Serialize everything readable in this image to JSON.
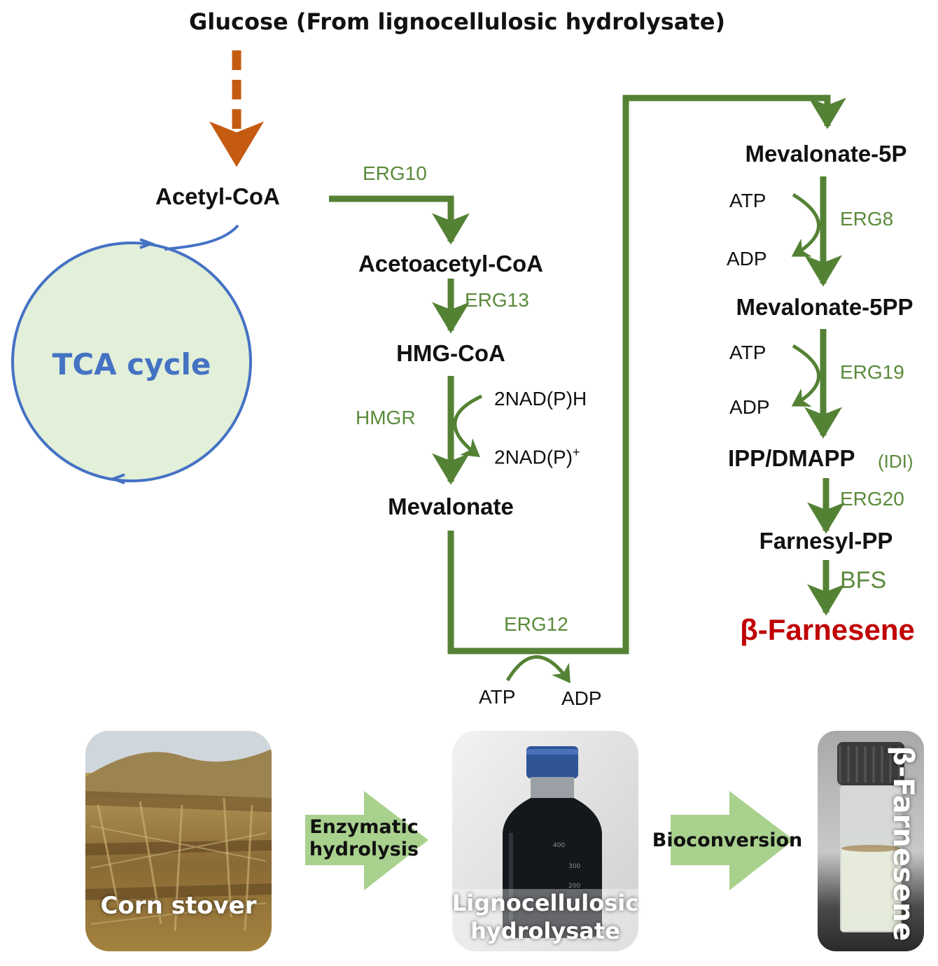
{
  "header": {
    "title": "Glucose (From lignocellulosic hydrolysate)"
  },
  "tca": {
    "label": "TCA cycle"
  },
  "metabolites": {
    "acetyl_coa": "Acetyl-CoA",
    "acetoacetyl_coa": "Acetoacetyl-CoA",
    "hmg_coa": "HMG-CoA",
    "mevalonate": "Mevalonate",
    "mevalonate_5p": "Mevalonate-5P",
    "mevalonate_5pp": "Mevalonate-5PP",
    "ipp_dmapp": "IPP/DMAPP",
    "farnesyl_pp": "Farnesyl-PP",
    "product": "β-Farnesene"
  },
  "enzymes": {
    "erg10": "ERG10",
    "erg13": "ERG13",
    "hmgr": "HMGR",
    "erg12": "ERG12",
    "erg8": "ERG8",
    "erg19": "ERG19",
    "idi": "(IDI)",
    "erg20": "ERG20",
    "bfs": "BFS"
  },
  "cofactors": {
    "nadph": "2NAD(P)H",
    "nadp": "2NAD(P)",
    "nadp_sup": "+",
    "atp": "ATP",
    "adp": "ADP"
  },
  "process": {
    "photo1_caption": "Corn stover",
    "step1_line1": "Enzymatic",
    "step1_line2": "hydrolysis",
    "photo2_caption_line1": "Lignocellulosic",
    "photo2_caption_line2": "hydrolysate",
    "step2": "Bioconversion",
    "photo3_caption": "β-Farnesene"
  },
  "colors": {
    "pathway_green": "#548235",
    "enzyme_green": "#5a8a3a",
    "glucose_arrow": "#c55a11",
    "tca_line": "#4472c4",
    "tca_fill": "#e2efd9",
    "product_red": "#c00000",
    "process_arrow": "#a9d18e"
  }
}
